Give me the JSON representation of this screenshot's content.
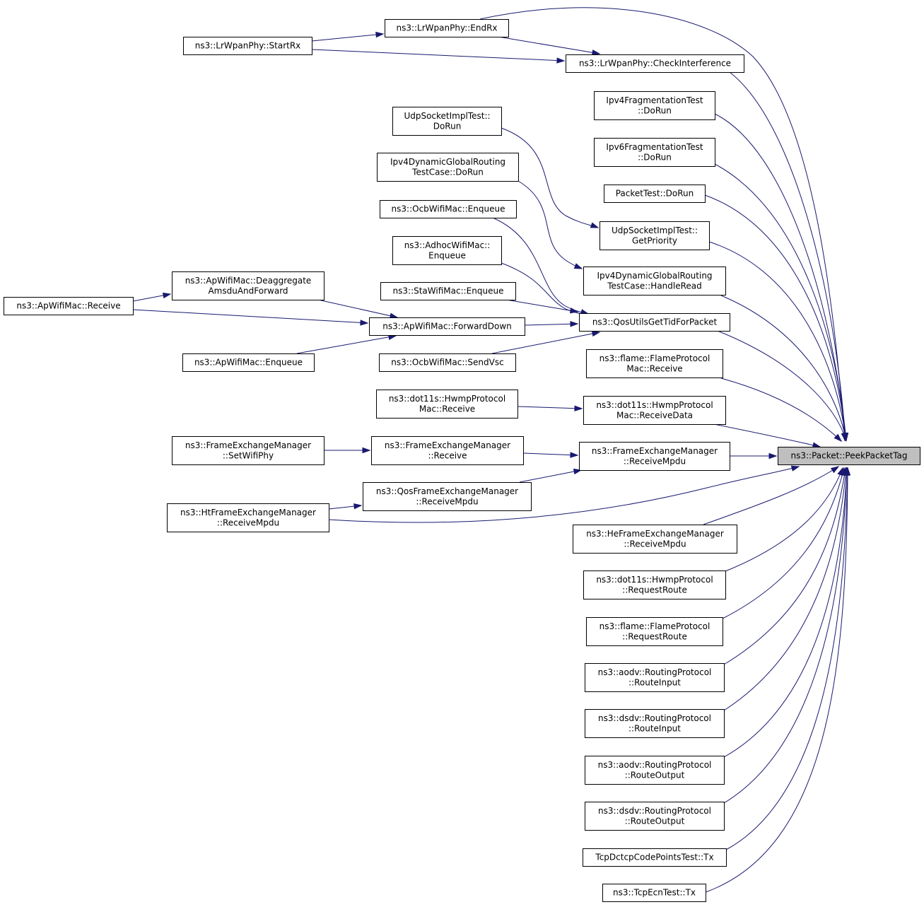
{
  "diagram": {
    "type": "doxygen-caller-graph",
    "colors": {
      "edge": "#191970",
      "node_border": "#000000",
      "node_fill": "#ffffff",
      "target_fill": "#bfbfbf"
    },
    "nodes": {
      "peek": {
        "lines": [
          "ns3::Packet::PeekPacketTag"
        ],
        "target": true
      },
      "endrx": {
        "lines": [
          "ns3::LrWpanPhy::EndRx"
        ]
      },
      "startrx": {
        "lines": [
          "ns3::LrWpanPhy::StartRx"
        ]
      },
      "checkint": {
        "lines": [
          "ns3::LrWpanPhy::CheckInterference"
        ]
      },
      "ipv4frag": {
        "lines": [
          "Ipv4FragmentationTest",
          "::DoRun"
        ]
      },
      "udpdorun": {
        "lines": [
          "UdpSocketImplTest::",
          "DoRun"
        ]
      },
      "ipv6frag": {
        "lines": [
          "Ipv6FragmentationTest",
          "::DoRun"
        ]
      },
      "ipv4dgr": {
        "lines": [
          "Ipv4DynamicGlobalRouting",
          "TestCase::DoRun"
        ]
      },
      "packettest": {
        "lines": [
          "PacketTest::DoRun"
        ]
      },
      "ocbenq": {
        "lines": [
          "ns3::OcbWifiMac::Enqueue"
        ]
      },
      "udpgetprio": {
        "lines": [
          "UdpSocketImplTest::",
          "GetPriority"
        ]
      },
      "adhocenq": {
        "lines": [
          "ns3::AdhocWifiMac::",
          "Enqueue"
        ]
      },
      "ipv4dgrhr": {
        "lines": [
          "Ipv4DynamicGlobalRouting",
          "TestCase::HandleRead"
        ]
      },
      "apdeagg": {
        "lines": [
          "ns3::ApWifiMac::Deaggregate",
          "AmsduAndForward"
        ]
      },
      "starenq": {
        "lines": [
          "ns3::StaWifiMac::Enqueue"
        ]
      },
      "aprecv": {
        "lines": [
          "ns3::ApWifiMac::Receive"
        ]
      },
      "qosutils": {
        "lines": [
          "ns3::QosUtilsGetTidForPacket"
        ]
      },
      "apfwd": {
        "lines": [
          "ns3::ApWifiMac::ForwardDown"
        ]
      },
      "apenq": {
        "lines": [
          "ns3::ApWifiMac::Enqueue"
        ]
      },
      "ocbvsc": {
        "lines": [
          "ns3::OcbWifiMac::SendVsc"
        ]
      },
      "flamemac": {
        "lines": [
          "ns3::flame::FlameProtocol",
          "Mac::Receive"
        ]
      },
      "hwmpmacrecv": {
        "lines": [
          "ns3::dot11s::HwmpProtocol",
          "Mac::Receive"
        ]
      },
      "hwmpmacdata": {
        "lines": [
          "ns3::dot11s::HwmpProtocol",
          "Mac::ReceiveData"
        ]
      },
      "femsetphy": {
        "lines": [
          "ns3::FrameExchangeManager",
          "::SetWifiPhy"
        ]
      },
      "femrecv": {
        "lines": [
          "ns3::FrameExchangeManager",
          "::Receive"
        ]
      },
      "femrecvmpdu": {
        "lines": [
          "ns3::FrameExchangeManager",
          "::ReceiveMpdu"
        ]
      },
      "qosfem": {
        "lines": [
          "ns3::QosFrameExchangeManager",
          "::ReceiveMpdu"
        ]
      },
      "htfem": {
        "lines": [
          "ns3::HtFrameExchangeManager",
          "::ReceiveMpdu"
        ]
      },
      "hefem": {
        "lines": [
          "ns3::HeFrameExchangeManager",
          "::ReceiveMpdu"
        ]
      },
      "hwmpreqroute": {
        "lines": [
          "ns3::dot11s::HwmpProtocol",
          "::RequestRoute"
        ]
      },
      "flamereqroute": {
        "lines": [
          "ns3::flame::FlameProtocol",
          "::RequestRoute"
        ]
      },
      "aodvin": {
        "lines": [
          "ns3::aodv::RoutingProtocol",
          "::RouteInput"
        ]
      },
      "dsdvin": {
        "lines": [
          "ns3::dsdv::RoutingProtocol",
          "::RouteInput"
        ]
      },
      "aodvout": {
        "lines": [
          "ns3::aodv::RoutingProtocol",
          "::RouteOutput"
        ]
      },
      "dsdvout": {
        "lines": [
          "ns3::dsdv::RoutingProtocol",
          "::RouteOutput"
        ]
      },
      "tcpdctcp": {
        "lines": [
          "TcpDctcpCodePointsTest::Tx"
        ]
      },
      "tcpecn": {
        "lines": [
          "ns3::TcpEcnTest::Tx"
        ]
      }
    },
    "edges": [
      [
        "endrx",
        "peek"
      ],
      [
        "startrx",
        "endrx"
      ],
      [
        "startrx",
        "checkint"
      ],
      [
        "endrx",
        "checkint"
      ],
      [
        "checkint",
        "peek"
      ],
      [
        "ipv4frag",
        "peek"
      ],
      [
        "ipv6frag",
        "peek"
      ],
      [
        "packettest",
        "peek"
      ],
      [
        "udpgetprio",
        "peek"
      ],
      [
        "ipv4dgrhr",
        "peek"
      ],
      [
        "qosutils",
        "peek"
      ],
      [
        "flamemac",
        "peek"
      ],
      [
        "hwmpmacdata",
        "peek"
      ],
      [
        "femrecvmpdu",
        "peek"
      ],
      [
        "htfem",
        "peek"
      ],
      [
        "hefem",
        "peek"
      ],
      [
        "hwmpreqroute",
        "peek"
      ],
      [
        "flamereqroute",
        "peek"
      ],
      [
        "aodvin",
        "peek"
      ],
      [
        "dsdvin",
        "peek"
      ],
      [
        "aodvout",
        "peek"
      ],
      [
        "dsdvout",
        "peek"
      ],
      [
        "tcpdctcp",
        "peek"
      ],
      [
        "tcpecn",
        "peek"
      ],
      [
        "udpdorun",
        "udpgetprio"
      ],
      [
        "ipv4dgr",
        "ipv4dgrhr"
      ],
      [
        "ocbenq",
        "qosutils"
      ],
      [
        "adhocenq",
        "qosutils"
      ],
      [
        "starenq",
        "qosutils"
      ],
      [
        "apfwd",
        "qosutils"
      ],
      [
        "ocbvsc",
        "qosutils"
      ],
      [
        "apdeagg",
        "apfwd"
      ],
      [
        "aprecv",
        "apfwd"
      ],
      [
        "apenq",
        "apfwd"
      ],
      [
        "aprecv",
        "apdeagg"
      ],
      [
        "hwmpmacrecv",
        "hwmpmacdata"
      ],
      [
        "femrecv",
        "femrecvmpdu"
      ],
      [
        "qosfem",
        "femrecvmpdu"
      ],
      [
        "femsetphy",
        "femrecv"
      ],
      [
        "htfem",
        "qosfem"
      ]
    ]
  }
}
